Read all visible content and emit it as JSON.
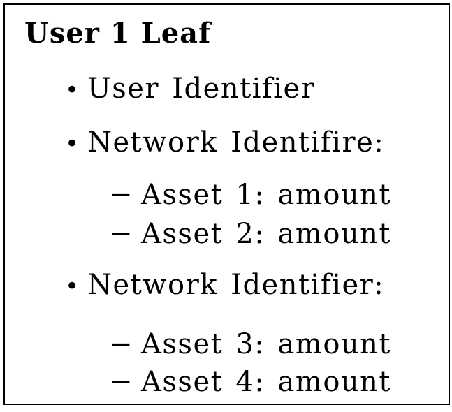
{
  "box": {
    "title": "User 1 Leaf",
    "border_color": "#000000",
    "background_color": "#ffffff",
    "text_color": "#000000"
  },
  "list": {
    "items": [
      {
        "level": 1,
        "marker": "•",
        "text": "User Identifier"
      },
      {
        "level": 1,
        "marker": "•",
        "text": "Network Identifire:"
      },
      {
        "level": 2,
        "marker": "−",
        "text": "Asset 1: amount"
      },
      {
        "level": 2,
        "marker": "−",
        "text": "Asset 2: amount"
      },
      {
        "level": 1,
        "marker": "•",
        "text": "Network Identifier:"
      },
      {
        "level": 2,
        "marker": "−",
        "text": "Asset 3: amount"
      },
      {
        "level": 2,
        "marker": "−",
        "text": "Asset 4: amount"
      }
    ]
  }
}
